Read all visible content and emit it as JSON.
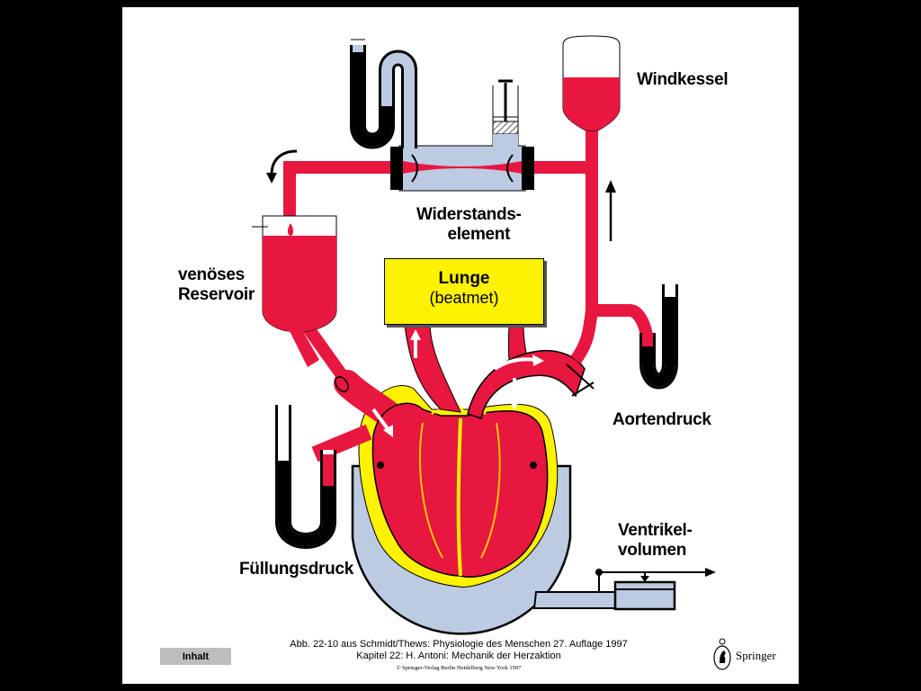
{
  "labels": {
    "windkessel": "Windkessel",
    "widerstand_line1": "Widerstands-",
    "widerstand_line2": "element",
    "venoes_line1": "venöses",
    "venoes_line2": "Reservoir",
    "aortendruck": "Aortendruck",
    "fuellungsdruck": "Füllungsdruck",
    "ventrikel_line1": "Ventrikel-",
    "ventrikel_line2": "volumen"
  },
  "lunge": {
    "title": "Lunge",
    "subtitle": "(beatmet)"
  },
  "footer": {
    "inhalt_button": "Inhalt",
    "caption_line1": "Abb. 22-10 aus Schmidt/Thews: Physiologie des Menschen 27. Auflage 1997",
    "caption_line2": "Kapitel 22:  H. Antoni:  Mechanik der Herzaktion",
    "copyright": "© Springer-Verlag Berlin Heidelberg New York 1997",
    "publisher": "Springer"
  },
  "colors": {
    "blood": "#e8173f",
    "lightblue": "#bccbe2",
    "yellow": "#fff200",
    "background": "#000000",
    "panel": "#ffffff",
    "button": "#bdbdbd"
  }
}
